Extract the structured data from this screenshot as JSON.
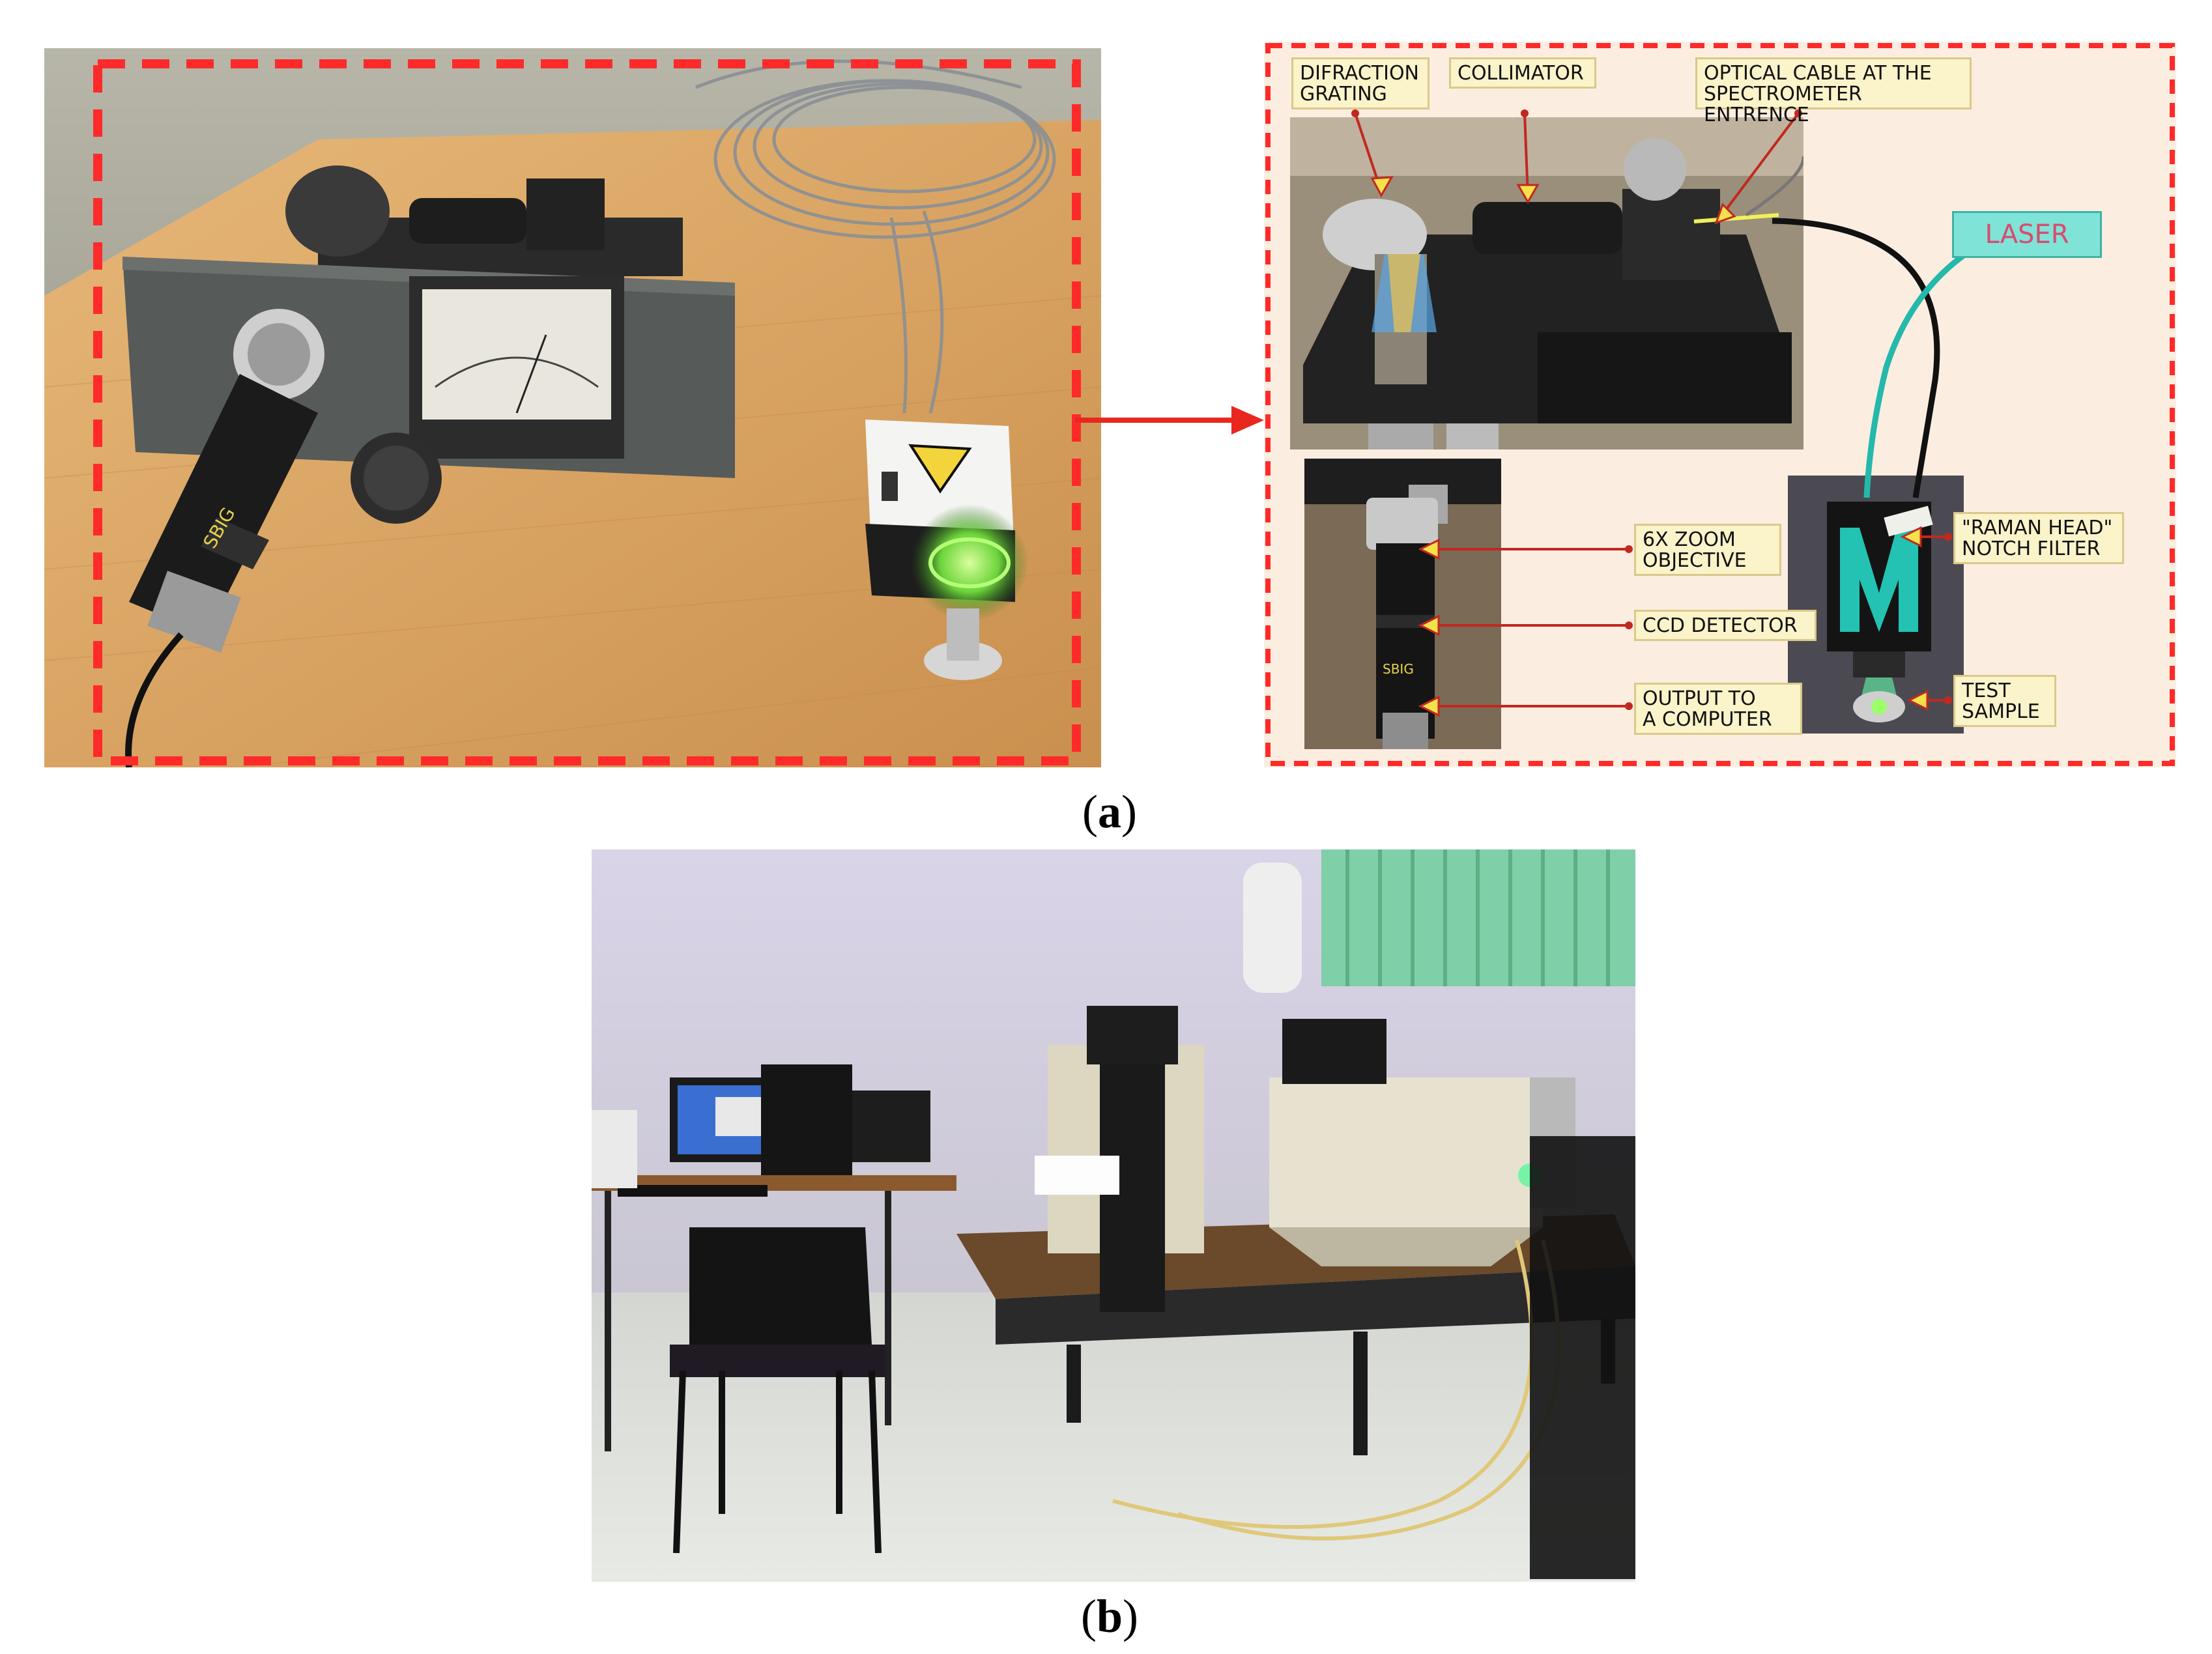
{
  "panel_a": {
    "caption_letter": "a",
    "callouts": {
      "difraction_grating": "DIFRACTION\nGRATING",
      "collimator": "COLLIMATOR",
      "optical_cable": "OPTICAL CABLE AT THE\nSPECTROMETER ENTRENCE",
      "laser": "LASER",
      "zoom_objective": "6X ZOOM\nOBJECTIVE",
      "ccd_detector": "CCD DETECTOR",
      "output_computer": "OUTPUT TO\nA COMPUTER",
      "raman_head": "\"RAMAN HEAD\"\nNOTCH FILTER",
      "test_sample": "TEST\nSAMPLE"
    },
    "colors": {
      "dashed_border": "#ff2a2a",
      "callout_fill": "#fbf3c9",
      "laser_box": "#7fe3d8",
      "laser_text": "#d94b6e",
      "arrow": "#e8281f"
    }
  },
  "panel_b": {
    "caption_letter": "b"
  }
}
